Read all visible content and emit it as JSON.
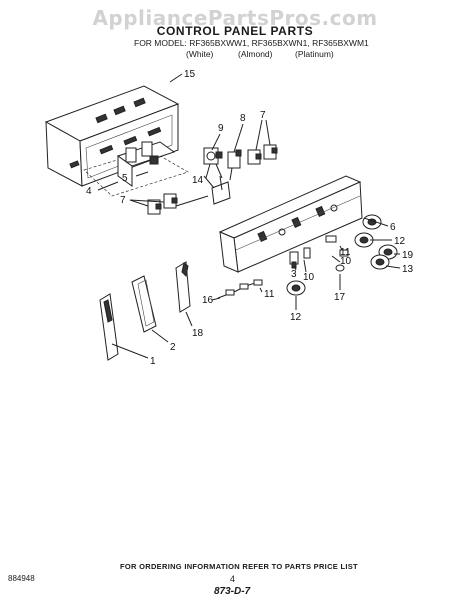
{
  "watermark": "AppliancePartsPros.com",
  "header": {
    "title": "CONTROL PANEL PARTS",
    "models": "FOR MODEL: RF365BXWW1, RF365BXWN1, RF365BXWM1",
    "colors": [
      "(White)",
      "(Almond)",
      "(Platinum)"
    ]
  },
  "callouts": [
    "15",
    "9",
    "8",
    "7",
    "5",
    "4",
    "14",
    "7",
    "6",
    "12",
    "11",
    "10",
    "19",
    "13",
    "3",
    "10",
    "11",
    "16",
    "17",
    "12",
    "18",
    "2",
    "1"
  ],
  "footer": {
    "order_note": "FOR ORDERING INFORMATION REFER TO PARTS PRICE LIST",
    "doc_number": "884948",
    "page_number": "4",
    "hand_code": "873-D-7"
  }
}
